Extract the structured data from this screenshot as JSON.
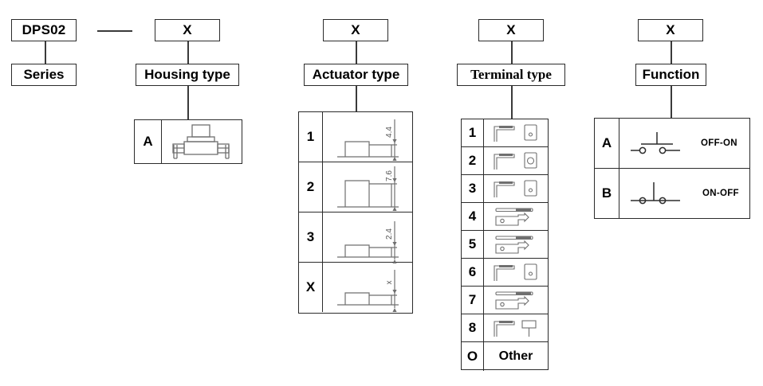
{
  "diagram": {
    "title_chain": [
      {
        "code": "DPS02",
        "label": "Series"
      },
      {
        "code": "X",
        "label": "Housing type"
      },
      {
        "code": "X",
        "label": "Actuator type"
      },
      {
        "code": "X",
        "label": "Terminal type"
      },
      {
        "code": "X",
        "label": "Function"
      }
    ],
    "dash_separator": "—",
    "housing_table": {
      "rows": [
        {
          "key": "A",
          "drawing": "switch-side-view-icon"
        }
      ]
    },
    "actuator_table": {
      "rows": [
        {
          "key": "1",
          "dimension": "4.4",
          "height_ratio": 0.45,
          "drawing": "actuator-profile-icon"
        },
        {
          "key": "2",
          "dimension": "7.6",
          "height_ratio": 0.8,
          "drawing": "actuator-profile-icon"
        },
        {
          "key": "3",
          "dimension": "2.4",
          "height_ratio": 0.3,
          "drawing": "actuator-profile-icon"
        },
        {
          "key": "X",
          "dimension": "x",
          "height_ratio": 0.3,
          "drawing": "actuator-profile-icon"
        }
      ]
    },
    "terminal_table": {
      "rows": [
        {
          "key": "1",
          "drawing": "bent-pin-and-pad-icon"
        },
        {
          "key": "2",
          "drawing": "bent-pin-and-pad-large-hole-icon"
        },
        {
          "key": "3",
          "drawing": "bent-pin-and-pad-icon"
        },
        {
          "key": "4",
          "drawing": "flat-lug-terminal-icon"
        },
        {
          "key": "5",
          "drawing": "flat-lug-terminal-icon"
        },
        {
          "key": "6",
          "drawing": "bent-pin-and-pad-icon"
        },
        {
          "key": "7",
          "drawing": "flat-lug-terminal-icon"
        },
        {
          "key": "8",
          "drawing": "bent-pin-and-tee-icon"
        },
        {
          "key": "O",
          "text": "Other"
        }
      ]
    },
    "function_table": {
      "rows": [
        {
          "key": "A",
          "schematic": "normally-open-switch-icon",
          "text": "OFF-ON"
        },
        {
          "key": "B",
          "schematic": "normally-closed-switch-icon",
          "text": "ON-OFF"
        }
      ]
    }
  },
  "colors": {
    "line": "#2b2b2b",
    "drawing": "#6f6f6f",
    "background": "#ffffff"
  }
}
